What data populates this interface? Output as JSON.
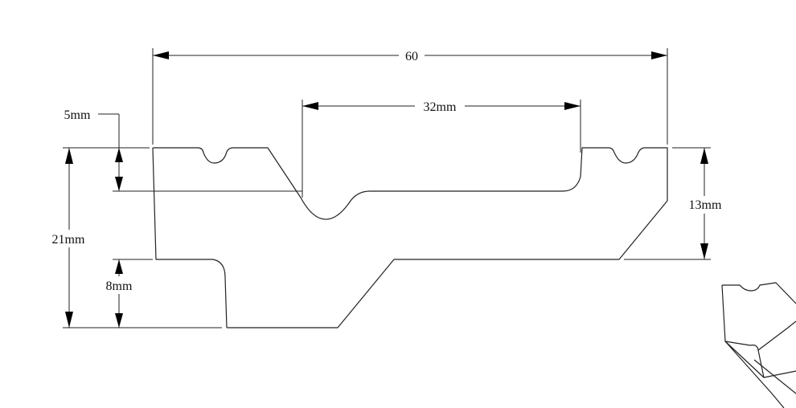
{
  "dimensions": {
    "overall_width": "60",
    "slot_width": "32mm",
    "groove_depth": "5mm",
    "total_height": "21mm",
    "lower_step": "8mm",
    "right_height": "13mm"
  }
}
